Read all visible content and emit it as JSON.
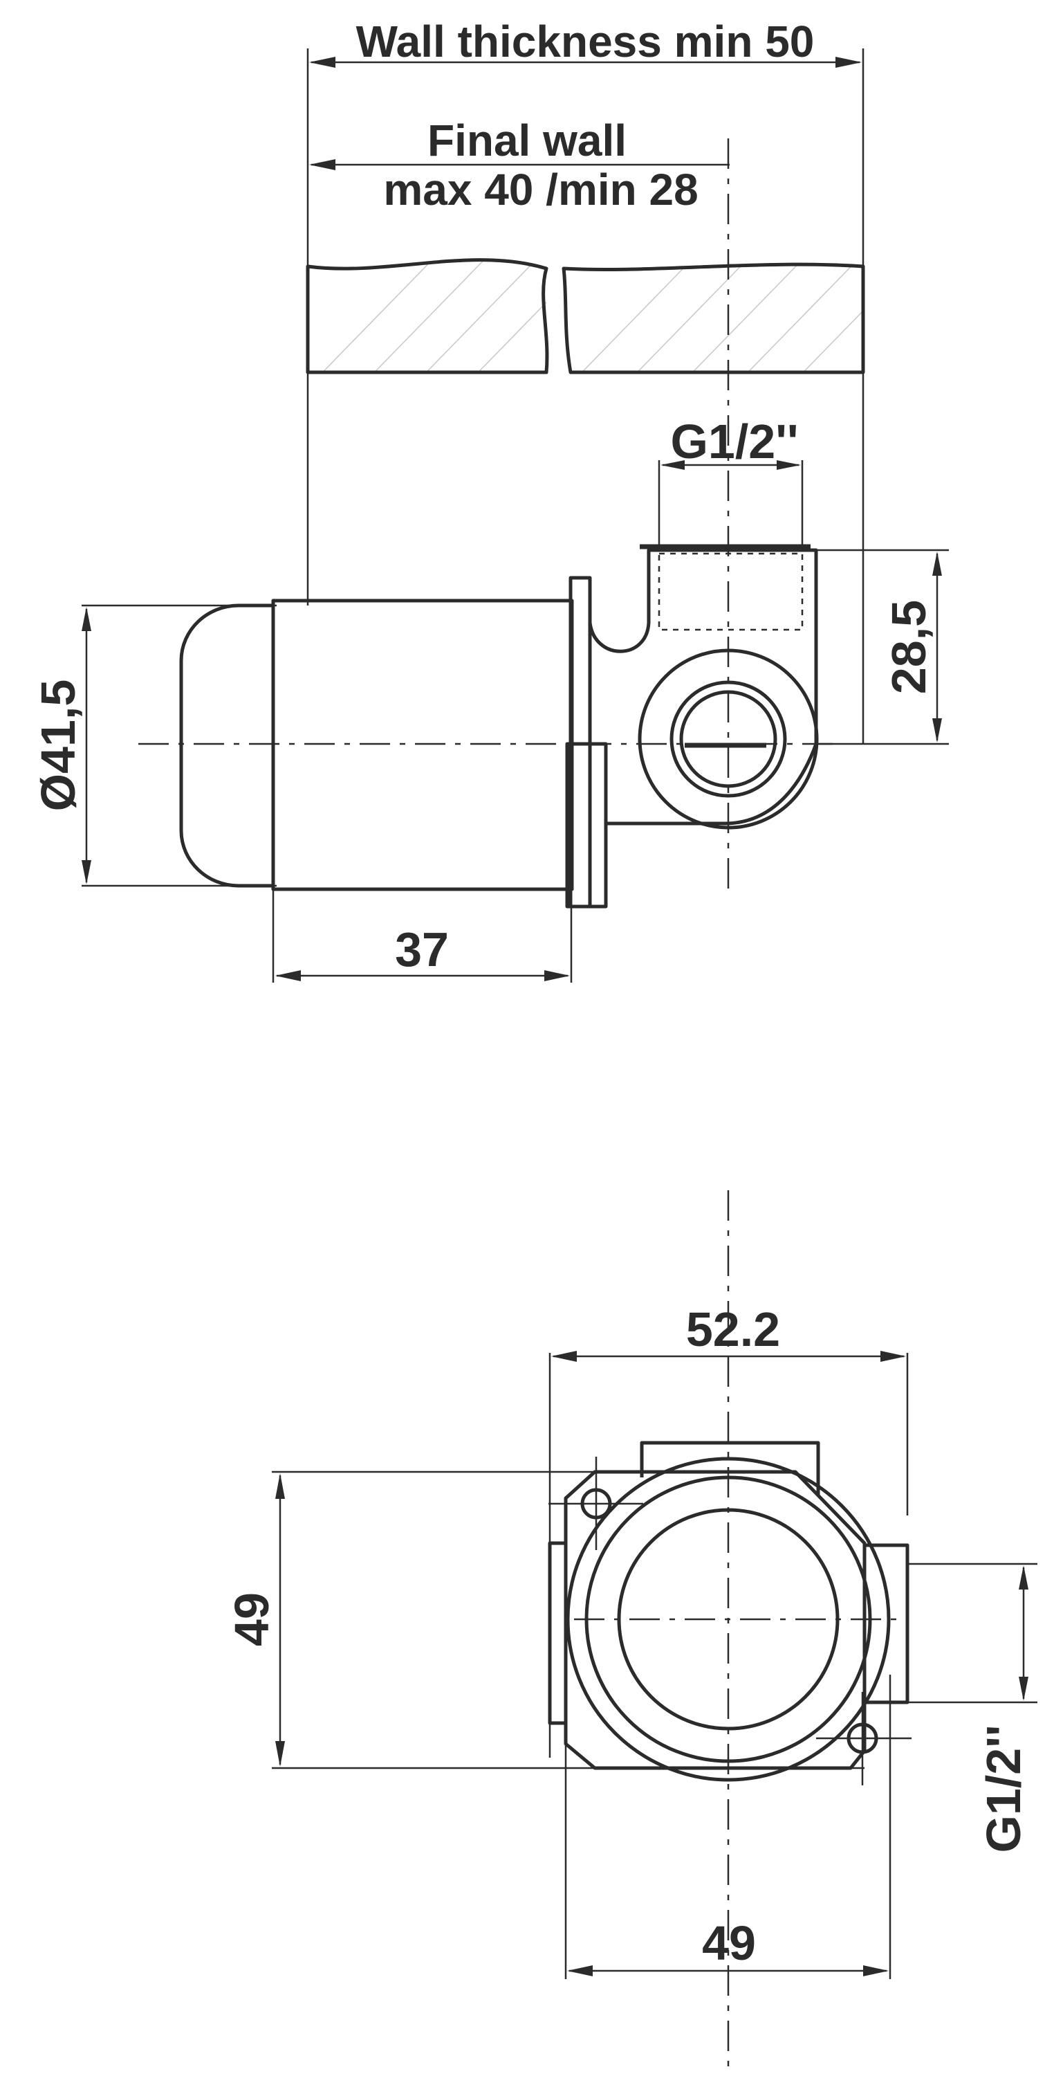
{
  "side_view": {
    "wall_thickness_label": "Wall thickness min 50",
    "final_wall_line1": "Final wall",
    "final_wall_line2": "max 40 /min 28",
    "thread_label": "G1/2''",
    "diameter_label": "Ø41,5",
    "depth_label": "28,5",
    "body_length_label": "37"
  },
  "front_view": {
    "width_top_label": "52.2",
    "height_label": "49",
    "width_bottom_label": "49",
    "thread_label": "G1/2''"
  }
}
